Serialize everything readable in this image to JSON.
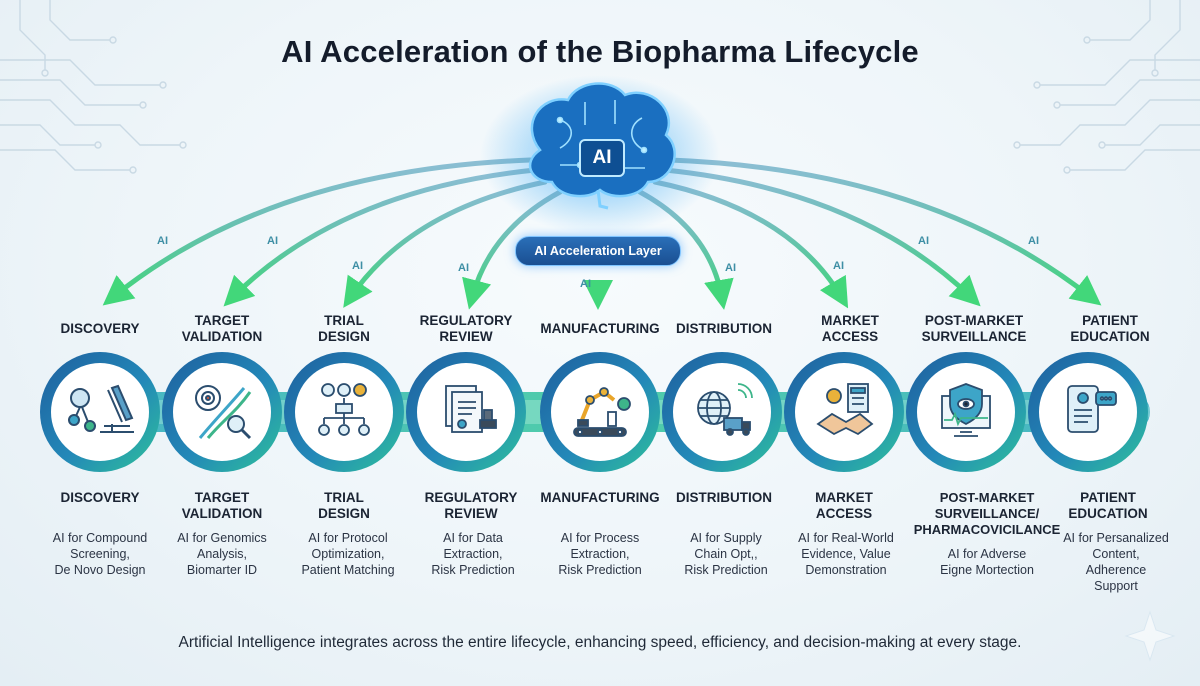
{
  "title": "AI Acceleration of the Biopharma Lifecycle",
  "brain": {
    "label": "AI",
    "icon": "brain-circuit-icon"
  },
  "acceleration_layer": {
    "label": "AI Acceleration Layer"
  },
  "arrow_tag": "AI",
  "stages": [
    {
      "id": "discovery",
      "header": [
        "DISCOVERY"
      ],
      "footer": [
        "DISCOVERY"
      ],
      "description": [
        "AI for Compound",
        "Screening,",
        "De Novo Design"
      ],
      "icon": "microscope-molecule-icon"
    },
    {
      "id": "target-validation",
      "header": [
        "TARGET",
        "VALIDATION"
      ],
      "footer": [
        "TARGET",
        "VALIDATION"
      ],
      "description": [
        "AI for Genomics",
        "Analysis,",
        "Biomarter ID"
      ],
      "icon": "dna-target-icon"
    },
    {
      "id": "trial-design",
      "header": [
        "TRIAL",
        "DESIGN"
      ],
      "footer": [
        "TRIAL",
        "DESIGN"
      ],
      "description": [
        "AI for Protocol",
        "Optimization,",
        "Patient Matching"
      ],
      "icon": "people-flowchart-icon"
    },
    {
      "id": "regulatory-review",
      "header": [
        "REGULATORY",
        "REVIEW"
      ],
      "footer": [
        "REGULATORY",
        "REVIEW"
      ],
      "description": [
        "AI for Data",
        "Extraction,",
        "Risk Prediction"
      ],
      "icon": "documents-stamp-icon"
    },
    {
      "id": "manufacturing",
      "header": [
        "MANUFACTURING"
      ],
      "footer": [
        "MANUFACTURING"
      ],
      "description": [
        "AI for Process",
        "Extraction,",
        "Risk Prediction"
      ],
      "icon": "robot-arm-conveyor-icon"
    },
    {
      "id": "distribution",
      "header": [
        "DISTRIBUTION"
      ],
      "footer": [
        "DISTRIBUTION"
      ],
      "description": [
        "AI for Supply",
        "Chain Opt,,",
        "Risk Prediction"
      ],
      "icon": "globe-truck-icon"
    },
    {
      "id": "market-access",
      "header": [
        "MARKET",
        "ACCESS"
      ],
      "footer": [
        "MARKET",
        "ACCESS"
      ],
      "description": [
        "AI for Real-World",
        "Evidence, Value",
        "Demonstration"
      ],
      "icon": "handshake-calculator-icon"
    },
    {
      "id": "post-market-surveillance",
      "header": [
        "POST-MARKET",
        "SURVEILLANCE"
      ],
      "footer": [
        "POST-MARKET",
        "SURVEILLANCE/",
        "PHARMACOVICILANCE"
      ],
      "description": [
        "AI for Adverse",
        "Eigne Mortection"
      ],
      "icon": "shield-eye-monitor-icon"
    },
    {
      "id": "patient-education",
      "header": [
        "PATIENT",
        "EDUCATION"
      ],
      "footer": [
        "PATIENT",
        "EDUCATION"
      ],
      "description": [
        "AI for Persanalized",
        "Content,",
        "Adherence",
        "Support"
      ],
      "icon": "tablet-chat-icon"
    }
  ],
  "footer": "Artificial Intelligence integrates across the entire lifecycle, enhancing speed, efficiency, and decision-making at every stage.",
  "colors": {
    "ring_blue": "#1f6fae",
    "ring_teal": "#27b6a0",
    "arrow_green": "#3fd17a",
    "brain_glow": "#39a9f5",
    "title": "#141c2b"
  }
}
